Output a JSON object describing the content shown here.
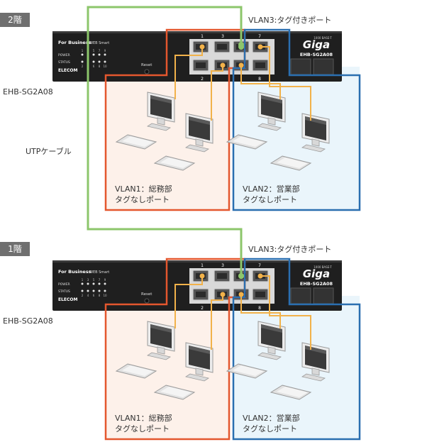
{
  "floors": [
    {
      "badge": "2階",
      "switch_model_label": "EHB-SG2A08",
      "vlan3_label": "VLAN3:タグ付きポート",
      "vlan1": {
        "line1": "VLAN1：総務部",
        "line2": "タグなしポート"
      },
      "vlan2": {
        "line1": "VLAN2：営業部",
        "line2": "タグなしポート"
      }
    },
    {
      "badge": "1階",
      "switch_model_label": "EHB-SG2A08",
      "vlan3_label": "VLAN3:タグ付きポート",
      "vlan1": {
        "line1": "VLAN1：総務部",
        "line2": "タグなしポート"
      },
      "vlan2": {
        "line1": "VLAN2：営業部",
        "line2": "タグなしポート"
      }
    }
  ],
  "cable_label": "UTPケーブル",
  "switch_face": {
    "brand_tag": "For Business",
    "web_tag": "WEB Smart",
    "power": "POWER",
    "status": "STATUS",
    "logo": "ELECOM",
    "reset": "Reset",
    "giga": "Giga",
    "giga_sub": "1000 BASE-T",
    "model": "EHB-SG2A08",
    "led_top": [
      "1",
      "3",
      "5",
      "7",
      "9"
    ],
    "led_bottom": [
      "2",
      "4",
      "6",
      "8",
      "10"
    ],
    "port_top": [
      "1",
      "3",
      "7"
    ],
    "port_bottom": [
      "2",
      "8"
    ]
  },
  "colors": {
    "vlan1": "#e4572e",
    "vlan1_fill": "#fdf1ea",
    "vlan2": "#2a6fb0",
    "vlan2_fill": "#eaf5fb",
    "vlan3": "#8cc66b",
    "cable": "#f2b24a"
  }
}
